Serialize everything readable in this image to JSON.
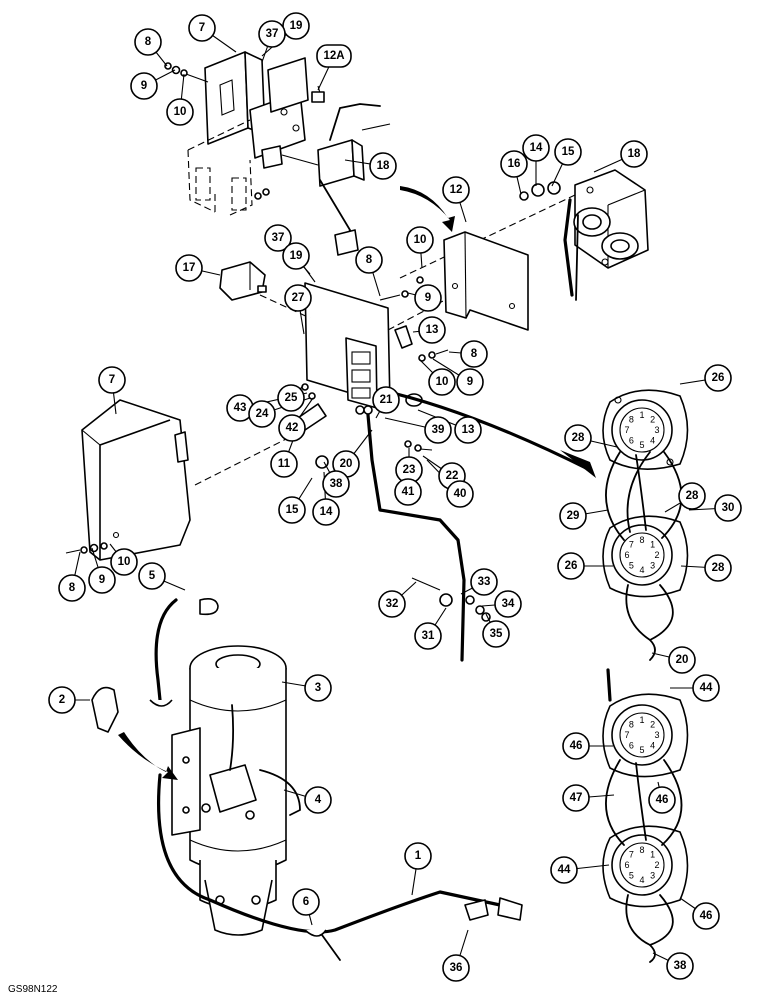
{
  "figure_code": "GS98N122",
  "callouts": [
    {
      "id": "c8a",
      "label": "8",
      "leader": [
        167,
        66
      ]
    },
    {
      "id": "c7a",
      "label": "7",
      "leader": [
        236,
        52
      ]
    },
    {
      "id": "c19a",
      "label": "19",
      "leader": [
        262,
        56
      ]
    },
    {
      "id": "c37a",
      "label": "37",
      "leader": [
        262,
        62
      ]
    },
    {
      "id": "c9a",
      "label": "9",
      "leader": [
        175,
        70
      ]
    },
    {
      "id": "c10a",
      "label": "10",
      "leader": [
        184,
        74
      ]
    },
    {
      "id": "c12A",
      "label": "12A",
      "leader": [
        318,
        90
      ]
    },
    {
      "id": "c18a",
      "label": "18",
      "leader": [
        345,
        160
      ]
    },
    {
      "id": "c18b",
      "label": "18",
      "leader": [
        594,
        172
      ]
    },
    {
      "id": "c16",
      "label": "16",
      "leader": [
        521,
        194
      ]
    },
    {
      "id": "c14a",
      "label": "14",
      "leader": [
        536,
        186
      ]
    },
    {
      "id": "c15a",
      "label": "15",
      "leader": [
        552,
        186
      ]
    },
    {
      "id": "c12",
      "label": "12",
      "leader": [
        466,
        222
      ]
    },
    {
      "id": "c10b",
      "label": "10",
      "leader": [
        422,
        268
      ]
    },
    {
      "id": "c37b",
      "label": "37",
      "leader": [
        310,
        274
      ]
    },
    {
      "id": "c19b",
      "label": "19",
      "leader": [
        315,
        282
      ]
    },
    {
      "id": "c8b",
      "label": "8",
      "leader": [
        380,
        296
      ]
    },
    {
      "id": "c17",
      "label": "17",
      "leader": [
        220,
        275
      ]
    },
    {
      "id": "c9b",
      "label": "9",
      "leader": [
        408,
        293
      ]
    },
    {
      "id": "c27",
      "label": "27",
      "leader": [
        304,
        334
      ]
    },
    {
      "id": "c13a",
      "label": "13",
      "leader": [
        413,
        332
      ]
    },
    {
      "id": "c8c",
      "label": "8",
      "leader": [
        449,
        352
      ]
    },
    {
      "id": "c10c",
      "label": "10",
      "leader": [
        419,
        359
      ]
    },
    {
      "id": "c9c",
      "label": "9",
      "leader": [
        433,
        359
      ]
    },
    {
      "id": "c7b",
      "label": "7",
      "leader": [
        116,
        414
      ]
    },
    {
      "id": "c25",
      "label": "25",
      "leader": [
        303,
        386
      ]
    },
    {
      "id": "c43",
      "label": "43",
      "leader": [
        307,
        393
      ]
    },
    {
      "id": "c24",
      "label": "24",
      "leader": [
        310,
        398
      ]
    },
    {
      "id": "c42",
      "label": "42",
      "leader": [
        313,
        398
      ]
    },
    {
      "id": "c21",
      "label": "21",
      "leader": [
        376,
        418
      ]
    },
    {
      "id": "c39",
      "label": "39",
      "leader": [
        385,
        418
      ]
    },
    {
      "id": "c13b",
      "label": "13",
      "leader": [
        418,
        410
      ]
    },
    {
      "id": "c20a",
      "label": "20",
      "leader": [
        372,
        430
      ]
    },
    {
      "id": "c11",
      "label": "11",
      "leader": [
        295,
        435
      ]
    },
    {
      "id": "c23",
      "label": "23",
      "leader": [
        409,
        448
      ]
    },
    {
      "id": "c22",
      "label": "22",
      "leader": [
        423,
        456
      ]
    },
    {
      "id": "c38a",
      "label": "38",
      "leader": [
        324,
        462
      ]
    },
    {
      "id": "c41",
      "label": "41",
      "leader": [
        409,
        460
      ]
    },
    {
      "id": "c40",
      "label": "40",
      "leader": [
        427,
        460
      ]
    },
    {
      "id": "c15b",
      "label": "15",
      "leader": [
        312,
        478
      ]
    },
    {
      "id": "c14b",
      "label": "14",
      "leader": [
        324,
        472
      ]
    },
    {
      "id": "c8d",
      "label": "8",
      "leader": [
        80,
        552
      ]
    },
    {
      "id": "c9d",
      "label": "9",
      "leader": [
        92,
        548
      ]
    },
    {
      "id": "c10d",
      "label": "10",
      "leader": [
        110,
        544
      ]
    },
    {
      "id": "c5",
      "label": "5",
      "leader": [
        185,
        590
      ]
    },
    {
      "id": "c32",
      "label": "32",
      "leader": [
        416,
        582
      ]
    },
    {
      "id": "c33",
      "label": "33",
      "leader": [
        461,
        594
      ]
    },
    {
      "id": "c34",
      "label": "34",
      "leader": [
        482,
        606
      ]
    },
    {
      "id": "c31",
      "label": "31",
      "leader": [
        446,
        608
      ]
    },
    {
      "id": "c35",
      "label": "35",
      "leader": [
        486,
        614
      ]
    },
    {
      "id": "c3",
      "label": "3",
      "leader": [
        282,
        682
      ]
    },
    {
      "id": "c2",
      "label": "2",
      "leader": [
        90,
        700
      ]
    },
    {
      "id": "c4",
      "label": "4",
      "leader": [
        284,
        790
      ]
    },
    {
      "id": "c1",
      "label": "1",
      "leader": [
        412,
        895
      ]
    },
    {
      "id": "c6",
      "label": "6",
      "leader": [
        312,
        925
      ]
    },
    {
      "id": "c36",
      "label": "36",
      "leader": [
        468,
        930
      ]
    },
    {
      "id": "c26a",
      "label": "26",
      "leader": [
        680,
        384
      ]
    },
    {
      "id": "c28a",
      "label": "28",
      "leader": [
        617,
        447
      ]
    },
    {
      "id": "c28b",
      "label": "28",
      "leader": [
        665,
        512
      ]
    },
    {
      "id": "c29",
      "label": "29",
      "leader": [
        608,
        510
      ]
    },
    {
      "id": "c30",
      "label": "30",
      "leader": [
        689,
        510
      ]
    },
    {
      "id": "c26b",
      "label": "26",
      "leader": [
        613,
        566
      ]
    },
    {
      "id": "c28c",
      "label": "28",
      "leader": [
        681,
        566
      ]
    },
    {
      "id": "c20b",
      "label": "20",
      "leader": [
        652,
        653
      ]
    },
    {
      "id": "c44a",
      "label": "44",
      "leader": [
        670,
        688
      ]
    },
    {
      "id": "c46a",
      "label": "46",
      "leader": [
        613,
        746
      ]
    },
    {
      "id": "c46b",
      "label": "46",
      "leader": [
        658,
        782
      ]
    },
    {
      "id": "c47",
      "label": "47",
      "leader": [
        614,
        795
      ]
    },
    {
      "id": "c44b",
      "label": "44",
      "leader": [
        609,
        865
      ]
    },
    {
      "id": "c46c",
      "label": "46",
      "leader": [
        680,
        898
      ]
    },
    {
      "id": "c38b",
      "label": "38",
      "leader": [
        653,
        953
      ]
    }
  ],
  "connector_pins": {
    "top": [
      "1",
      "2",
      "3",
      "4",
      "5",
      "6",
      "7",
      "8"
    ],
    "keyed": [
      "8",
      "1",
      "2",
      "3",
      "4",
      "5",
      "6",
      "7"
    ]
  }
}
